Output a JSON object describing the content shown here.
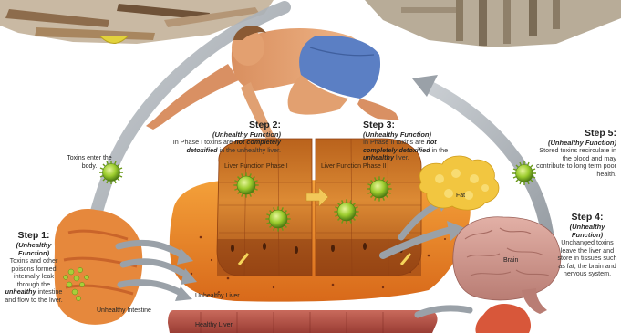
{
  "colors": {
    "liver_orange": "#e07a1e",
    "liver_dark": "#b8531a",
    "toxin_green": "#8bbf2a",
    "arrow_gray": "#a8aeb4",
    "fat_yellow": "#f2c640",
    "brain_pink": "#d39a90",
    "skin": "#e8a676",
    "shorts_blue": "#5b7fc4"
  },
  "labels": {
    "toxins_enter": "Toxins enter the body.",
    "liver_phase1": "Liver Function Phase I",
    "liver_phase2": "Liver Function Phase II",
    "fat": "Fat",
    "brain": "Brain",
    "unhealthy_intestine": "Unhealthy Intestine",
    "unhealthy_liver": "Unhealthy Liver",
    "healthy_liver": "Healthy Liver"
  },
  "steps": {
    "step1": {
      "title": "Step 1:",
      "subtitle": "(Unhealthy Function)",
      "body_a": "Toxins and other poisons formed internally leak through the ",
      "body_em": "unhealthy",
      "body_b": " intestine and flow to the liver."
    },
    "step2": {
      "title": "Step 2:",
      "subtitle": "(Unhealthy Function)",
      "body_a": "In Phase I toxins are ",
      "body_em": "not completely detoxified",
      "body_b": " in the unhealthy liver."
    },
    "step3": {
      "title": "Step 3:",
      "subtitle": "(Unhealthy Function)",
      "body_a": "In Phase II toxins are ",
      "body_em": "not completely detoxified",
      "body_b": " in the ",
      "body_em2": "unhealthy",
      "body_c": " liver."
    },
    "step4": {
      "title": "Step 4:",
      "subtitle": "(Unhealthy Function)",
      "body": "Unchanged toxins leave the liver and store in tissues such as fat, the brain and nervous system."
    },
    "step5": {
      "title": "Step 5:",
      "subtitle": "(Unhealthy Function)",
      "body": "Stored toxins recirculate in the blood and may contribute to long term poor health."
    }
  }
}
